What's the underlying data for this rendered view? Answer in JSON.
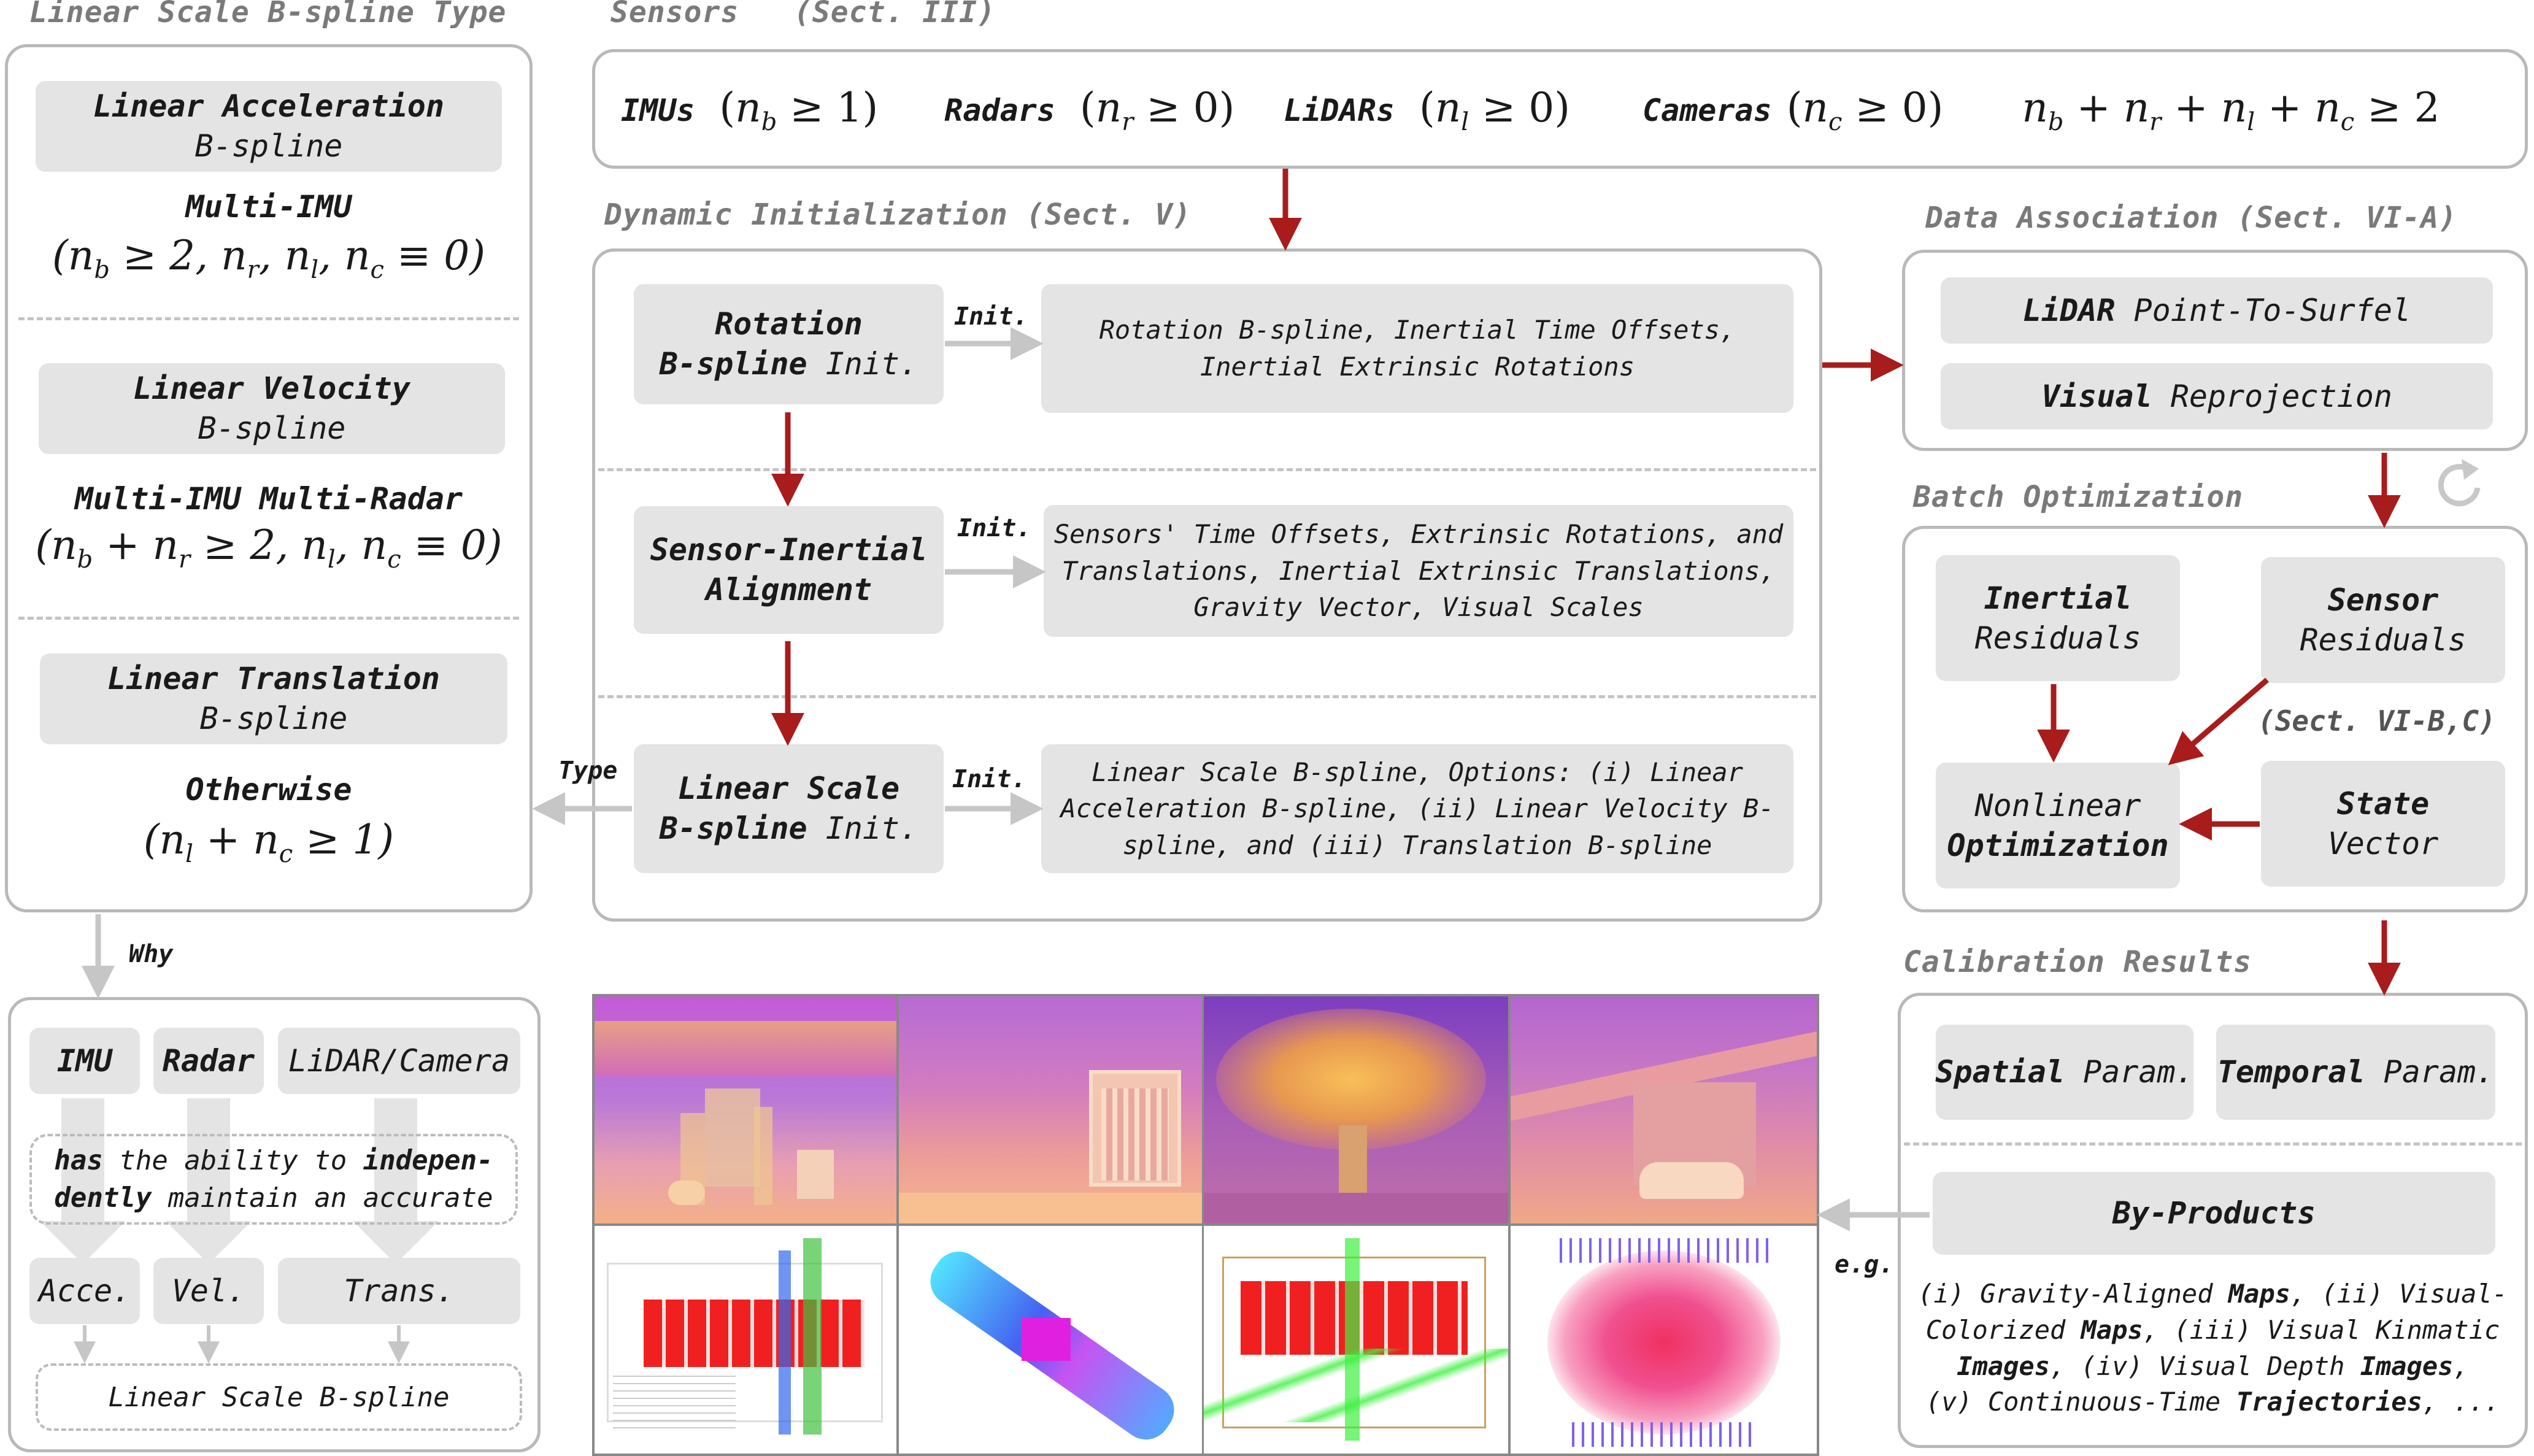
{
  "left_panel": {
    "title": "Linear Scale B-spline Type",
    "accel": {
      "name_l1": "Linear Acceleration",
      "name_l2": "B-spline",
      "case": "Multi-IMU"
    },
    "vel": {
      "name_l1": "Linear Velocity",
      "name_l2": "B-spline",
      "case": "Multi-IMU Multi-Radar"
    },
    "trans": {
      "name_l1": "Linear Translation",
      "name_l2": "B-spline",
      "case": "Otherwise"
    }
  },
  "sensors": {
    "title": "Sensors   (Sect. III)",
    "imus": "IMUs",
    "radars": "Radars",
    "lidars": "LiDARs",
    "cameras": "Cameras"
  },
  "dynamic_init": {
    "title": "Dynamic Initialization (Sect. V)",
    "init_label": "Init.",
    "rotation": {
      "l1": "Rotation",
      "l2a": "B-spline",
      "l2b": " Init.",
      "desc_l1": "Rotation B-spline, Inertial Time Offsets,",
      "desc_l2": "Inertial Extrinsic Rotations"
    },
    "alignment": {
      "l1": "Sensor-Inertial",
      "l2": "Alignment",
      "desc_l1": "Sensors' Time Offsets, Extrinsic Rotations, and",
      "desc_l2": "Translations, Inertial Extrinsic Translations,",
      "desc_l3": "Gravity Vector, Visual Scales"
    },
    "scale": {
      "l1": "Linear Scale",
      "l2a": "B-spline",
      "l2b": " Init.",
      "desc_l1": "Linear Scale B-spline, Options: (i) Linear",
      "desc_l2": "Acceleration B-spline, (ii) Linear Velocity B-",
      "desc_l3": "spline, and (iii) Translation B-spline"
    },
    "type_label": "Type"
  },
  "data_assoc": {
    "title": "Data Association (Sect. VI-A)",
    "lidar_a": "LiDAR",
    "lidar_b": " Point-To-Surfel",
    "visual_a": "Visual",
    "visual_b": " Reprojection"
  },
  "batch_opt": {
    "title": "Batch Optimization",
    "inertial_l1": "Inertial",
    "inertial_l2": "Residuals",
    "sensor_l1": "Sensor",
    "sensor_l2": "Residuals",
    "sect": "(Sect. VI-B,C)",
    "nonlinear_l1": "Nonlinear",
    "nonlinear_l2": "Optimization",
    "state_l1": "State",
    "state_l2": "Vector"
  },
  "calib": {
    "title": "Calibration Results",
    "spatial_a": "Spatial",
    "spatial_b": " Param.",
    "temporal_a": "Temporal",
    "temporal_b": " Param.",
    "byproducts": "By-Products",
    "eg_label": "e.g.",
    "list": [
      [
        {
          "t": "(i) Gravity-Aligned ",
          "b": false
        },
        {
          "t": "Maps",
          "b": true
        },
        {
          "t": ", (ii) Visual-",
          "b": false
        }
      ],
      [
        {
          "t": "Colorized ",
          "b": false
        },
        {
          "t": "Maps",
          "b": true
        },
        {
          "t": ", (iii) Visual Kinmatic",
          "b": false
        }
      ],
      [
        {
          "t": "Images",
          "b": true
        },
        {
          "t": ", (iv) Visual Depth ",
          "b": false
        },
        {
          "t": "Images",
          "b": true
        },
        {
          "t": ",",
          "b": false
        }
      ],
      [
        {
          "t": "(v) Continuous-Time ",
          "b": false
        },
        {
          "t": "Trajectories",
          "b": true
        },
        {
          "t": ", ...",
          "b": false
        }
      ]
    ]
  },
  "why": {
    "label": "Why",
    "imu": "IMU",
    "radar": "Radar",
    "lidarcam": "LiDAR/Camera",
    "ability_1a": "has",
    "ability_1b": " the ability to ",
    "ability_1c": "indepen-",
    "ability_2a": "dently",
    "ability_2b": " maintain an accurate",
    "acce": "Acce.",
    "vel": "Vel.",
    "trans": "Trans.",
    "bottom": "Linear Scale B-spline"
  },
  "colors": {
    "accent_red": "#a81c1c",
    "gray_arrow": "#c6c6c6",
    "box_gray": "#e4e4e4"
  }
}
